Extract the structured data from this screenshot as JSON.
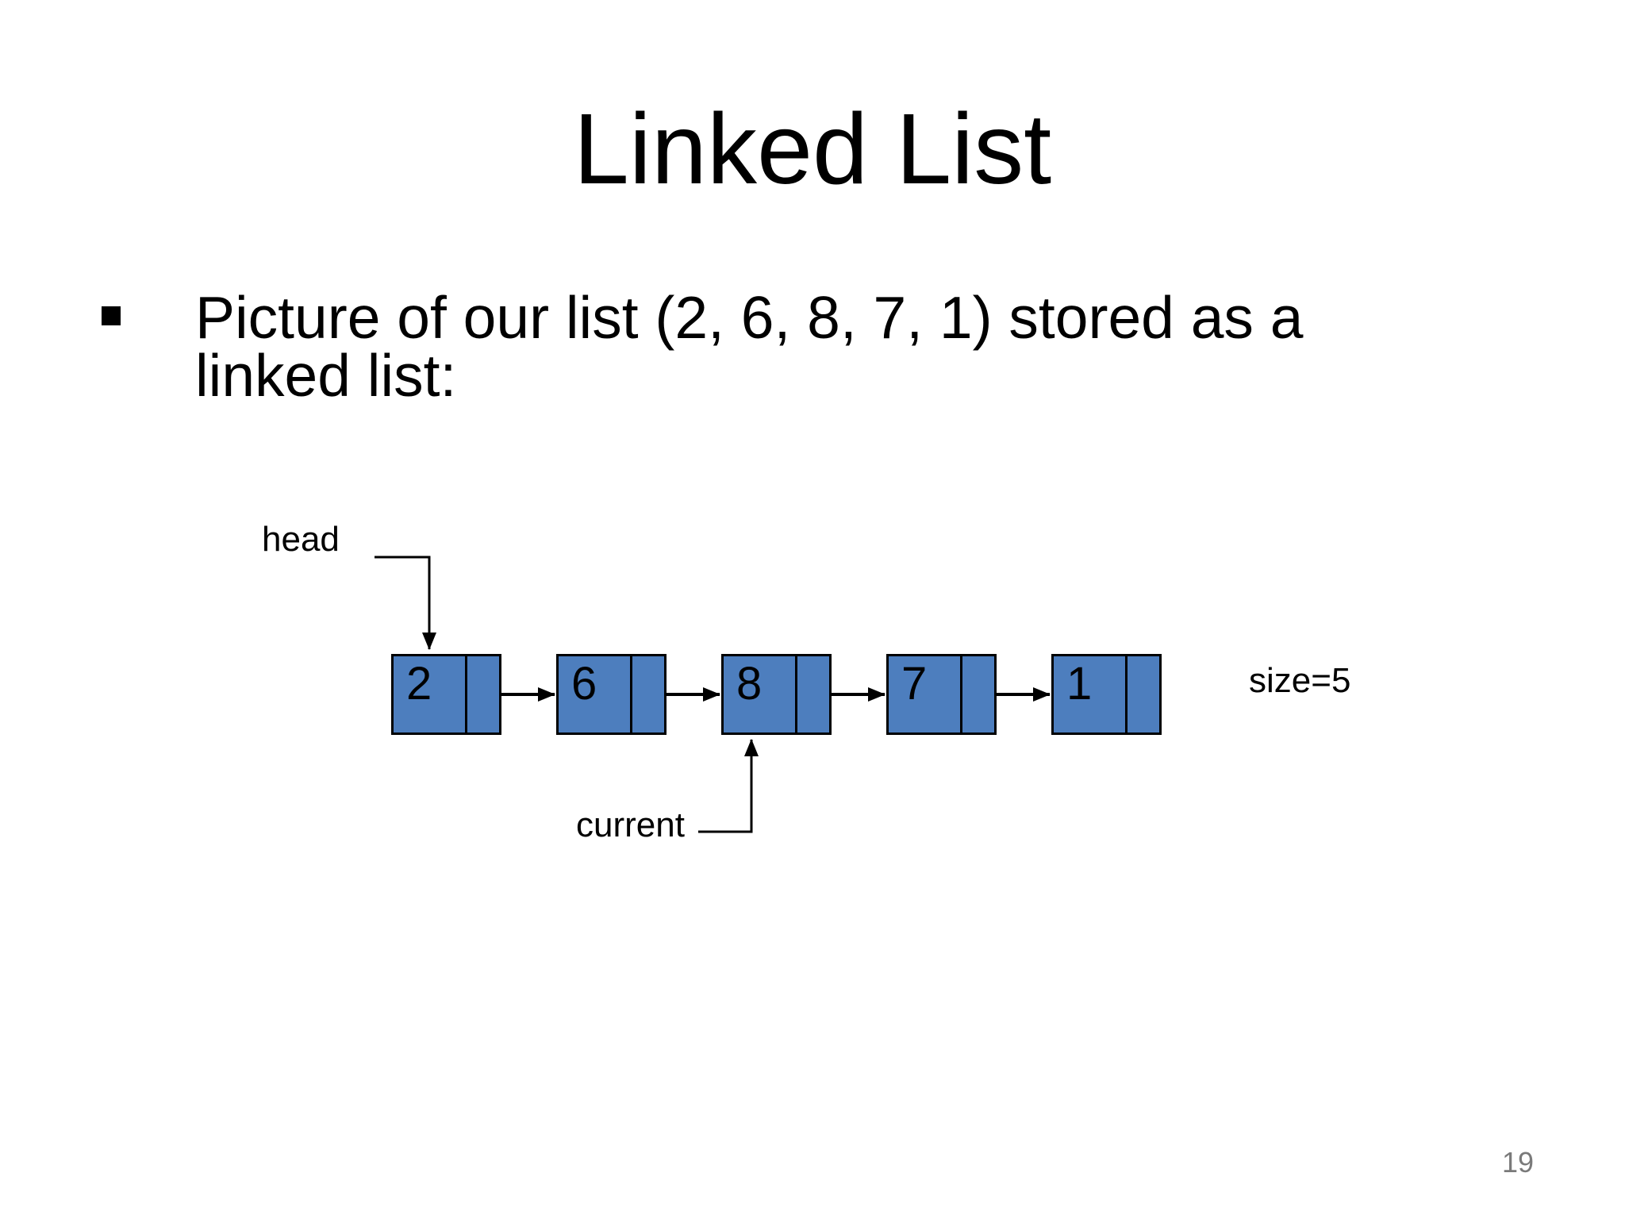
{
  "slide": {
    "title": "Linked List",
    "bullet": {
      "lines": [
        "Picture of our list (2, 6, 8, 7, 1) stored as a",
        "linked list:"
      ]
    },
    "diagram": {
      "head_label": "head",
      "current_label": "current",
      "size_label": "size=5",
      "nodes": [
        {
          "value": "2"
        },
        {
          "value": "6"
        },
        {
          "value": "8"
        },
        {
          "value": "7"
        },
        {
          "value": "1",
          "next": "null"
        }
      ],
      "head_points_to": "2",
      "current_points_to": "8"
    },
    "page_number": "19"
  },
  "colors": {
    "node_fill": "#4D7EBE",
    "node_border": "#000000",
    "connector": "#000000",
    "text": "#000000",
    "page_number": "#7A7A7A",
    "background": "#FFFFFF"
  }
}
